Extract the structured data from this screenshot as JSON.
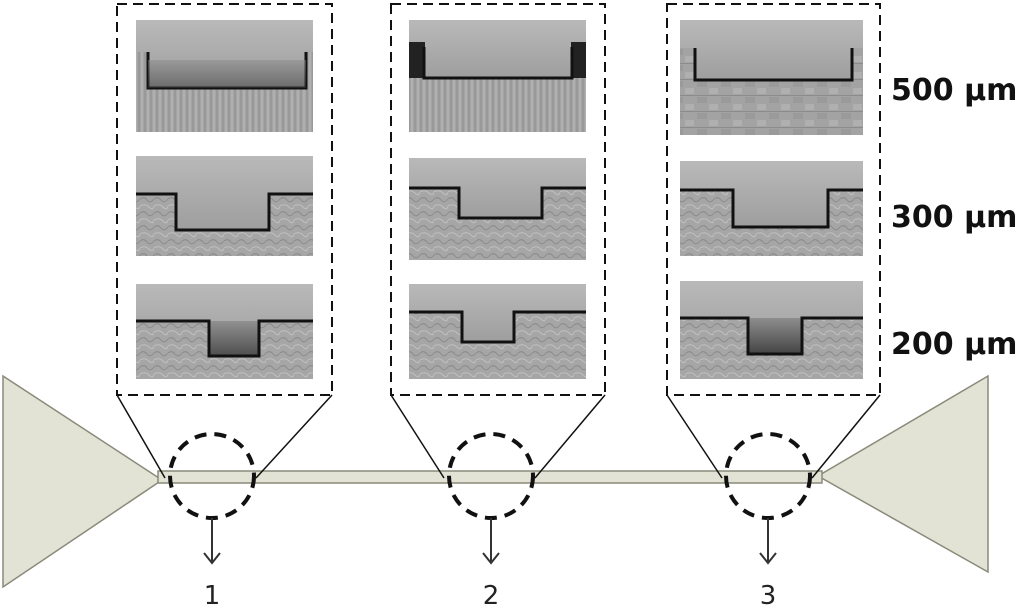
{
  "figure": {
    "channel_widths": [
      {
        "id": "w500",
        "label": "500 μm"
      },
      {
        "id": "w300",
        "label": "300 μm"
      },
      {
        "id": "w200",
        "label": "200 μm"
      }
    ],
    "locations": [
      {
        "id": "loc1",
        "label": "1"
      },
      {
        "id": "loc2",
        "label": "2"
      },
      {
        "id": "loc3",
        "label": "3"
      }
    ],
    "colors": {
      "reservoir_fill": "#e3e3d5",
      "reservoir_stroke": "#8a8a7a",
      "channel_fill": "#e3e3d5",
      "dashed_stroke": "#111111",
      "substrate": "#a9a9a9",
      "chip_top": "#ababab"
    }
  }
}
